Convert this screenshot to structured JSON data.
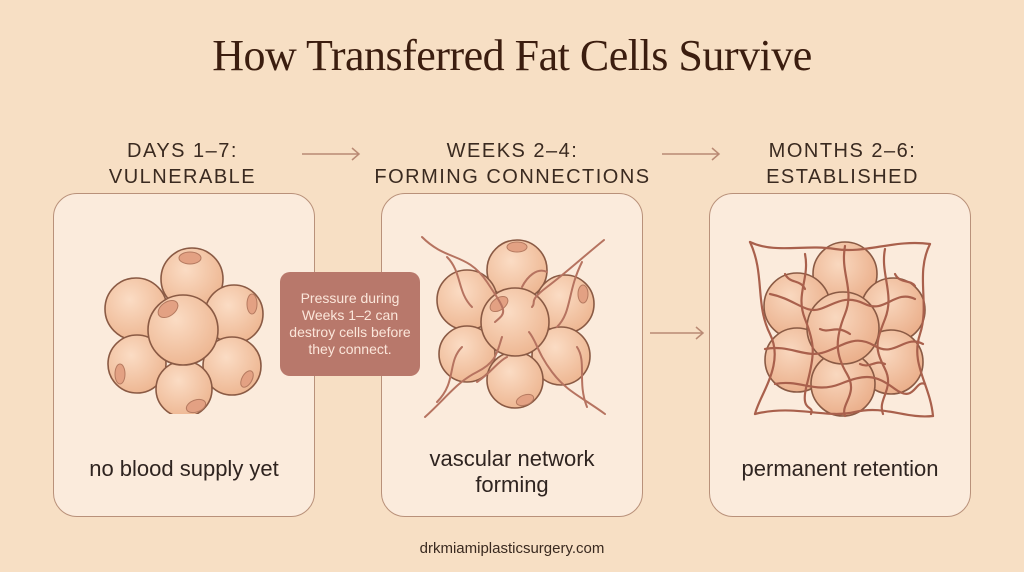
{
  "title": "How Transferred Fat Cells Survive",
  "stages": [
    {
      "label_line1": "DAYS 1–7:",
      "label_line2": "VULNERABLE",
      "caption_line1": "no blood supply yet",
      "caption_line2": "",
      "icon": "fat-cell-cluster-icon"
    },
    {
      "label_line1": "WEEKS 2–4:",
      "label_line2": "FORMING CONNECTIONS",
      "caption_line1": "vascular network",
      "caption_line2": "forming",
      "icon": "fat-cells-with-vessels-icon"
    },
    {
      "label_line1": "MONTHS 2–6:",
      "label_line2": "ESTABLISHED",
      "caption_line1": "permanent retention",
      "caption_line2": "",
      "icon": "fat-cells-vascularized-icon"
    }
  ],
  "callout": {
    "text": "Pressure during Weeks 1–2 can destroy cells before they connect."
  },
  "arrows": [
    "arrow-right-icon",
    "arrow-right-icon",
    "arrow-right-icon"
  ],
  "footer": "drkmiamiplasticsurgery.com",
  "colors": {
    "background": "#f7dfc4",
    "card": "#fbebdc",
    "card_border": "#b9917a",
    "callout": "#b8786b",
    "cell_fill": "#f2c2a0",
    "cell_stroke": "#8a5a44",
    "vessel": "#b67360",
    "title": "#3b1d0f"
  }
}
